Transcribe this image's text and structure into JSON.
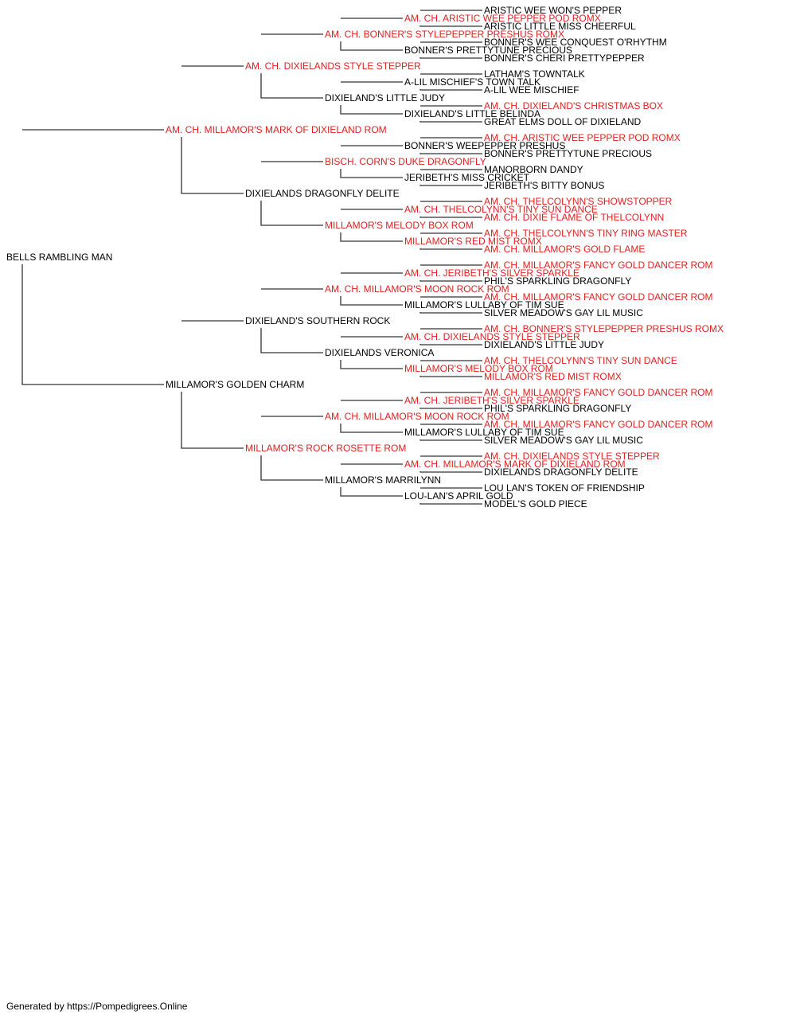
{
  "colors": {
    "champion": "#e02020",
    "regular": "#000000",
    "line": "#333333"
  },
  "subject": {
    "name": "BELLS RAMBLING MAN",
    "champion": false
  },
  "generations": [
    [
      {
        "name": "AM. CH. MILLAMOR'S MARK OF DIXIELAND ROM",
        "champion": true
      },
      {
        "name": "MILLAMOR'S GOLDEN CHARM",
        "champion": false
      }
    ],
    [
      {
        "name": "AM. CH. DIXIELANDS STYLE STEPPER",
        "champion": true
      },
      {
        "name": "DIXIELANDS DRAGONFLY DELITE",
        "champion": false
      },
      {
        "name": "DIXIELAND'S SOUTHERN ROCK",
        "champion": false
      },
      {
        "name": "MILLAMOR'S ROCK ROSETTE ROM",
        "champion": true
      }
    ],
    [
      {
        "name": "AM. CH. BONNER'S STYLEPEPPER PRESHUS ROMX",
        "champion": true
      },
      {
        "name": "DIXIELAND'S LITTLE JUDY",
        "champion": false
      },
      {
        "name": "BISCH. CORN'S DUKE DRAGONFLY",
        "champion": true
      },
      {
        "name": "MILLAMOR'S MELODY BOX ROM",
        "champion": true
      },
      {
        "name": "AM. CH. MILLAMOR'S MOON ROCK ROM",
        "champion": true
      },
      {
        "name": "DIXIELANDS VERONICA",
        "champion": false
      },
      {
        "name": "AM. CH. MILLAMOR'S MOON ROCK ROM",
        "champion": true
      },
      {
        "name": "MILLAMOR'S MARRILYNN",
        "champion": false
      }
    ],
    [
      {
        "name": "AM. CH. ARISTIC WEE PEPPER POD ROMX",
        "champion": true
      },
      {
        "name": "BONNER'S PRETTYTUNE PRECIOUS",
        "champion": false
      },
      {
        "name": "A-LIL MISCHIEF'S TOWN TALK",
        "champion": false
      },
      {
        "name": "DIXIELAND'S LITTLE BELINDA",
        "champion": false
      },
      {
        "name": "BONNER'S WEEPEPPER PRESHUS",
        "champion": false
      },
      {
        "name": "JERIBETH'S MISS CRICKET",
        "champion": false
      },
      {
        "name": "AM. CH. THELCOLYNN'S TINY SUN DANCE",
        "champion": true
      },
      {
        "name": "MILLAMOR'S RED MIST ROMX",
        "champion": true
      },
      {
        "name": "AM. CH. JERIBETH'S SILVER SPARKLE",
        "champion": true
      },
      {
        "name": "MILLAMOR'S LULLABY OF TIM SUE",
        "champion": false
      },
      {
        "name": "AM. CH. DIXIELANDS STYLE STEPPER",
        "champion": true
      },
      {
        "name": "MILLAMOR'S MELODY BOX ROM",
        "champion": true
      },
      {
        "name": "AM. CH. JERIBETH'S SILVER SPARKLE",
        "champion": true
      },
      {
        "name": "MILLAMOR'S LULLABY OF TIM SUE",
        "champion": false
      },
      {
        "name": "AM. CH. MILLAMOR'S MARK OF DIXIELAND ROM",
        "champion": true
      },
      {
        "name": "LOU-LAN'S APRIL GOLD",
        "champion": false
      }
    ],
    [
      {
        "name": "ARISTIC WEE WON'S PEPPER",
        "champion": false
      },
      {
        "name": "ARISTIC LITTLE MISS CHEERFUL",
        "champion": false
      },
      {
        "name": "BONNER'S WEE CONQUEST O'RHYTHM",
        "champion": false
      },
      {
        "name": "BONNER'S CHERI PRETTYPEPPER",
        "champion": false
      },
      {
        "name": "LATHAM'S TOWNTALK",
        "champion": false
      },
      {
        "name": "A-LIL WEE MISCHIEF",
        "champion": false
      },
      {
        "name": "AM. CH. DIXIELAND'S CHRISTMAS BOX",
        "champion": true
      },
      {
        "name": "GREAT ELMS DOLL OF DIXIELAND",
        "champion": false
      },
      {
        "name": "AM. CH. ARISTIC WEE PEPPER POD ROMX",
        "champion": true
      },
      {
        "name": "BONNER'S PRETTYTUNE PRECIOUS",
        "champion": false
      },
      {
        "name": "MANORBORN DANDY",
        "champion": false
      },
      {
        "name": "JERIBETH'S BITTY BONUS",
        "champion": false
      },
      {
        "name": "AM. CH. THELCOLYNN'S SHOWSTOPPER",
        "champion": true
      },
      {
        "name": "AM. CH. DIXIE FLAME OF THELCOLYNN",
        "champion": true
      },
      {
        "name": "AM. CH. THELCOLYNN'S TINY RING MASTER",
        "champion": true
      },
      {
        "name": "AM. CH. MILLAMOR'S GOLD FLAME",
        "champion": true
      },
      {
        "name": "AM. CH. MILLAMOR'S FANCY GOLD DANCER ROM",
        "champion": true
      },
      {
        "name": "PHIL'S SPARKLING DRAGONFLY",
        "champion": false
      },
      {
        "name": "AM. CH. MILLAMOR'S FANCY GOLD DANCER ROM",
        "champion": true
      },
      {
        "name": "SILVER MEADOW'S GAY LIL MUSIC",
        "champion": false
      },
      {
        "name": "AM. CH. BONNER'S STYLEPEPPER PRESHUS ROMX",
        "champion": true
      },
      {
        "name": "DIXIELAND'S LITTLE JUDY",
        "champion": false
      },
      {
        "name": "AM. CH. THELCOLYNN'S TINY SUN DANCE",
        "champion": true
      },
      {
        "name": "MILLAMOR'S RED MIST ROMX",
        "champion": true
      },
      {
        "name": "AM. CH. MILLAMOR'S FANCY GOLD DANCER ROM",
        "champion": true
      },
      {
        "name": "PHIL'S SPARKLING DRAGONFLY",
        "champion": false
      },
      {
        "name": "AM. CH. MILLAMOR'S FANCY GOLD DANCER ROM",
        "champion": true
      },
      {
        "name": "SILVER MEADOW'S GAY LIL MUSIC",
        "champion": false
      },
      {
        "name": "AM. CH. DIXIELANDS STYLE STEPPER",
        "champion": true
      },
      {
        "name": "DIXIELANDS DRAGONFLY DELITE",
        "champion": false
      },
      {
        "name": "LOU LAN'S TOKEN OF FRIENDSHIP",
        "champion": false
      },
      {
        "name": "MODEL'S GOLD PIECE",
        "champion": false
      }
    ]
  ],
  "footer": {
    "text": "Generated by https://Pompedigrees.Online"
  }
}
